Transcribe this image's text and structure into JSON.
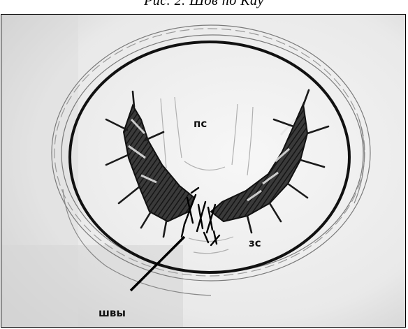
{
  "caption": "Рис. 2. Шов по Kay",
  "labels": {
    "anterior_leaflet": "пс",
    "posterior_leaflet": "зс",
    "sutures": "швы"
  }
}
